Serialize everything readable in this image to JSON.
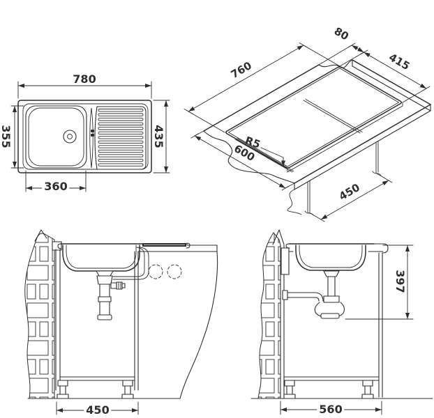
{
  "dimensions": {
    "plan_view": {
      "overall_length": "780",
      "overall_width": "435",
      "bowl_width": "355",
      "bowl_length": "360"
    },
    "isometric_view": {
      "cutout_length": "760",
      "rear_edge_offset": "80",
      "cutout_width": "415",
      "worktop_depth": "600",
      "corner_radius": "R5",
      "cabinet_width": "450"
    },
    "front_section_view": {
      "cabinet_width": "450"
    },
    "side_section_view": {
      "mounting_height": "397",
      "cabinet_depth": "560"
    }
  },
  "colors": {
    "line": "#2d2d2d",
    "background": "#ffffff"
  }
}
